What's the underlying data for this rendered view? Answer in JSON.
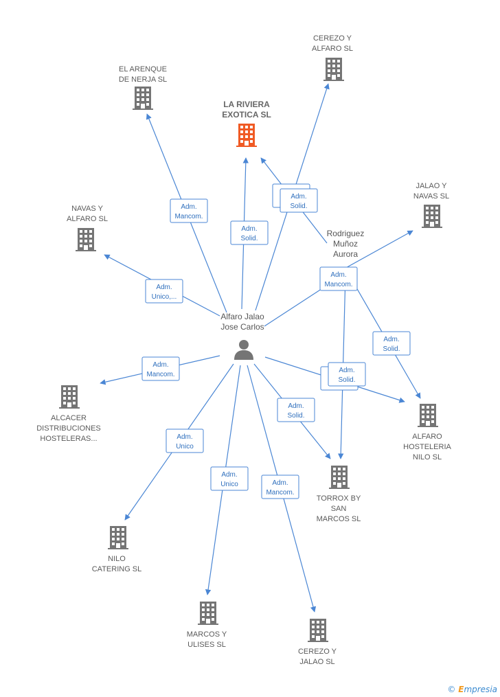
{
  "colors": {
    "edge": "#4a86d4",
    "building": "#757575",
    "building_main": "#f05a24",
    "person": "#757575"
  },
  "companies": [
    {
      "id": "riviera",
      "lines": [
        "LA RIVIERA",
        "EXOTICA  SL"
      ],
      "main": true
    },
    {
      "id": "arenque",
      "lines": [
        "EL ARENQUE",
        "DE NERJA  SL"
      ]
    },
    {
      "id": "cerezo-alfaro",
      "lines": [
        "CEREZO Y",
        "ALFARO SL"
      ]
    },
    {
      "id": "jalao-navas",
      "lines": [
        "JALAO Y",
        "NAVAS  SL"
      ]
    },
    {
      "id": "navas-alfaro",
      "lines": [
        "NAVAS Y",
        "ALFARO  SL"
      ]
    },
    {
      "id": "alcacer",
      "lines": [
        "ALCACER",
        "DISTRIBUCIONES",
        "HOSTELERAS..."
      ]
    },
    {
      "id": "alfaro-hosteleria",
      "lines": [
        "ALFARO",
        "HOSTELERIA",
        "NILO  SL"
      ]
    },
    {
      "id": "torrox",
      "lines": [
        "TORROX BY",
        "SAN",
        "MARCOS  SL"
      ]
    },
    {
      "id": "nilo-catering",
      "lines": [
        "NILO",
        "CATERING SL"
      ]
    },
    {
      "id": "marcos-ulises",
      "lines": [
        "MARCOS Y",
        "ULISES  SL"
      ]
    },
    {
      "id": "cerezo-jalao",
      "lines": [
        "CEREZO Y",
        "JALAO  SL"
      ]
    }
  ],
  "people": [
    {
      "id": "alfaro-jalao",
      "lines": [
        "Alfaro Jalao",
        "Jose Carlos"
      ],
      "icon": true
    },
    {
      "id": "rodriguez",
      "lines": [
        "Rodriguez",
        "Muñoz",
        "Aurora"
      ],
      "icon": false
    }
  ],
  "relations": [
    {
      "id": "r1",
      "lines": [
        "Adm.",
        "Mancom."
      ]
    },
    {
      "id": "r2",
      "lines": [
        "Adm.",
        "Solid."
      ]
    },
    {
      "id": "r3",
      "lines": [
        "Adm.",
        "M..."
      ]
    },
    {
      "id": "r4",
      "lines": [
        "Adm.",
        "Solid."
      ]
    },
    {
      "id": "r5",
      "lines": [
        "Adm.",
        "Unico,..."
      ]
    },
    {
      "id": "r6",
      "lines": [
        "Adm.",
        "Mancom."
      ]
    },
    {
      "id": "r7",
      "lines": [
        "Adm.",
        "Mancom."
      ]
    },
    {
      "id": "r8",
      "lines": [
        "Adm.",
        "Solid."
      ]
    },
    {
      "id": "r9",
      "lines": [
        "A...",
        "S..."
      ]
    },
    {
      "id": "r10",
      "lines": [
        "Adm.",
        "Solid."
      ]
    },
    {
      "id": "r11",
      "lines": [
        "Adm.",
        "Solid."
      ]
    },
    {
      "id": "r12",
      "lines": [
        "Adm.",
        "Unico"
      ]
    },
    {
      "id": "r13",
      "lines": [
        "Adm.",
        "Unico"
      ]
    },
    {
      "id": "r14",
      "lines": [
        "Adm.",
        "Mancom."
      ]
    }
  ],
  "footer": {
    "copyright": "©",
    "brand_first": "E",
    "brand_rest": "mpresia"
  }
}
